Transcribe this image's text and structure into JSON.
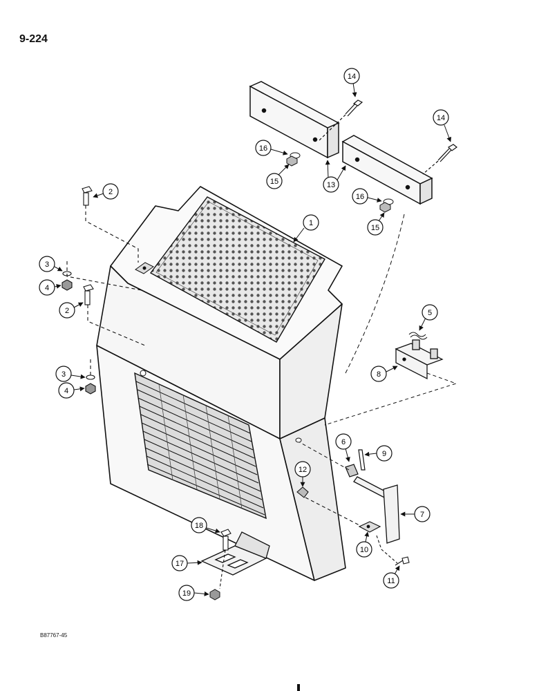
{
  "page_number": "9-224",
  "figure_code": "B87767-45",
  "callouts": [
    {
      "id": "c1",
      "label": "1"
    },
    {
      "id": "c2a",
      "label": "2"
    },
    {
      "id": "c2b",
      "label": "2"
    },
    {
      "id": "c3a",
      "label": "3"
    },
    {
      "id": "c3b",
      "label": "3"
    },
    {
      "id": "c4a",
      "label": "4"
    },
    {
      "id": "c4b",
      "label": "4"
    },
    {
      "id": "c5",
      "label": "5"
    },
    {
      "id": "c6",
      "label": "6"
    },
    {
      "id": "c7",
      "label": "7"
    },
    {
      "id": "c8",
      "label": "8"
    },
    {
      "id": "c9",
      "label": "9"
    },
    {
      "id": "c10",
      "label": "10"
    },
    {
      "id": "c11",
      "label": "11"
    },
    {
      "id": "c12",
      "label": "12"
    },
    {
      "id": "c13",
      "label": "13"
    },
    {
      "id": "c14a",
      "label": "14"
    },
    {
      "id": "c14b",
      "label": "14"
    },
    {
      "id": "c15a",
      "label": "15"
    },
    {
      "id": "c15b",
      "label": "15"
    },
    {
      "id": "c16a",
      "label": "16"
    },
    {
      "id": "c16b",
      "label": "16"
    },
    {
      "id": "c17",
      "label": "17"
    },
    {
      "id": "c18",
      "label": "18"
    },
    {
      "id": "c19",
      "label": "19"
    }
  ]
}
